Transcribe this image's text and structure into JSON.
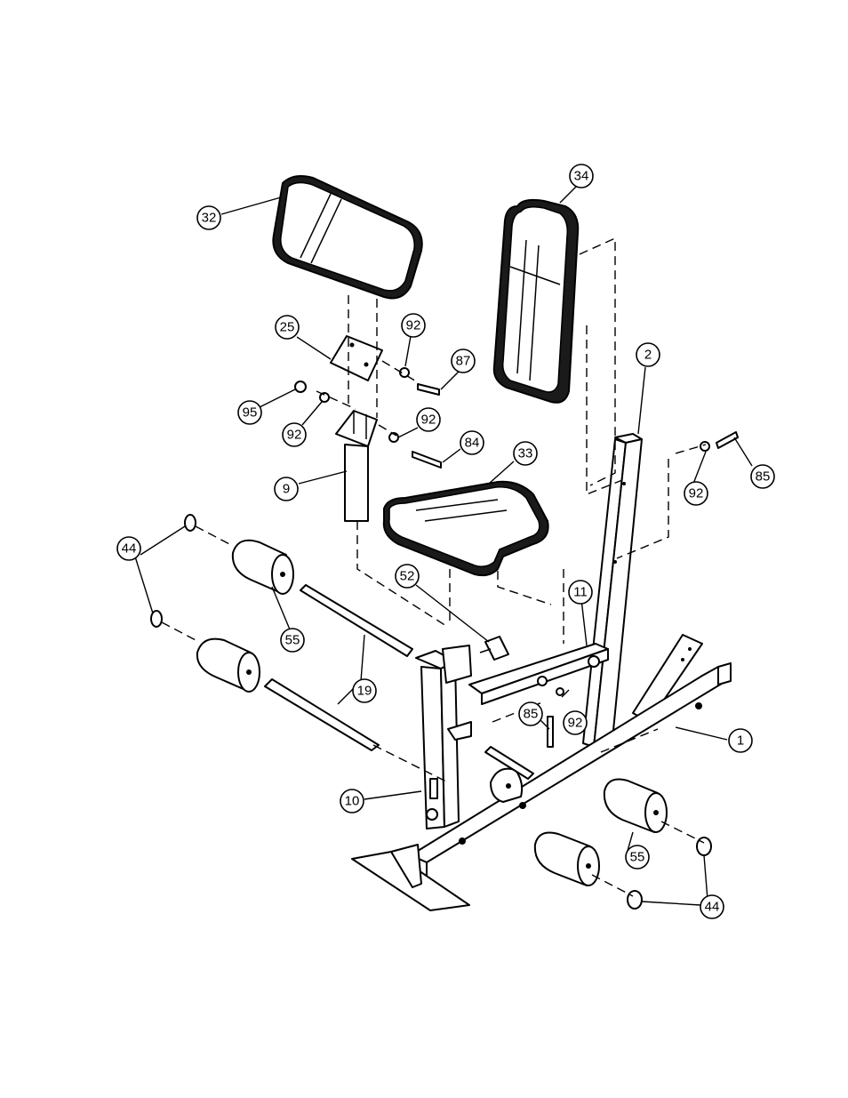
{
  "diagram": {
    "callouts": [
      {
        "id": "c32",
        "label": "32"
      },
      {
        "id": "c34",
        "label": "34"
      },
      {
        "id": "c25",
        "label": "25"
      },
      {
        "id": "c92a",
        "label": "92"
      },
      {
        "id": "c87",
        "label": "87"
      },
      {
        "id": "c2",
        "label": "2"
      },
      {
        "id": "c95",
        "label": "95"
      },
      {
        "id": "c92b",
        "label": "92"
      },
      {
        "id": "c92c",
        "label": "92"
      },
      {
        "id": "c84",
        "label": "84"
      },
      {
        "id": "c33",
        "label": "33"
      },
      {
        "id": "c85a",
        "label": "85"
      },
      {
        "id": "c92d",
        "label": "92"
      },
      {
        "id": "c9",
        "label": "9"
      },
      {
        "id": "c44a",
        "label": "44"
      },
      {
        "id": "c52",
        "label": "52"
      },
      {
        "id": "c11",
        "label": "11"
      },
      {
        "id": "c55a",
        "label": "55"
      },
      {
        "id": "c19",
        "label": "19"
      },
      {
        "id": "c85b",
        "label": "85"
      },
      {
        "id": "c92e",
        "label": "92"
      },
      {
        "id": "c1",
        "label": "1"
      },
      {
        "id": "c10",
        "label": "10"
      },
      {
        "id": "c55b",
        "label": "55"
      },
      {
        "id": "c44b",
        "label": "44"
      }
    ]
  }
}
